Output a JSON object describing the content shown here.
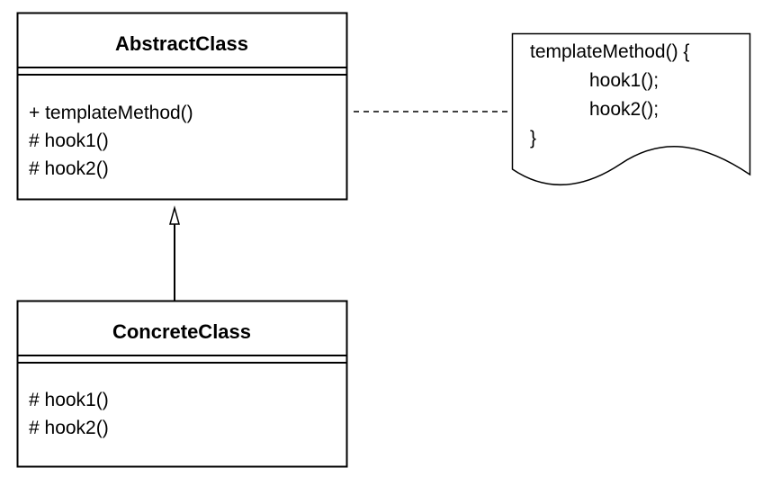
{
  "abstract_class": {
    "name": "AbstractClass",
    "methods": [
      "+ templateMethod()",
      "# hook1()",
      "# hook2()"
    ]
  },
  "concrete_class": {
    "name": "ConcreteClass",
    "methods": [
      "# hook1()",
      "# hook2()"
    ]
  },
  "note": {
    "lines": [
      "templateMethod() {",
      "hook1();",
      "hook2();",
      "}"
    ]
  },
  "colors": {
    "stroke": "#000000",
    "background": "#ffffff"
  }
}
